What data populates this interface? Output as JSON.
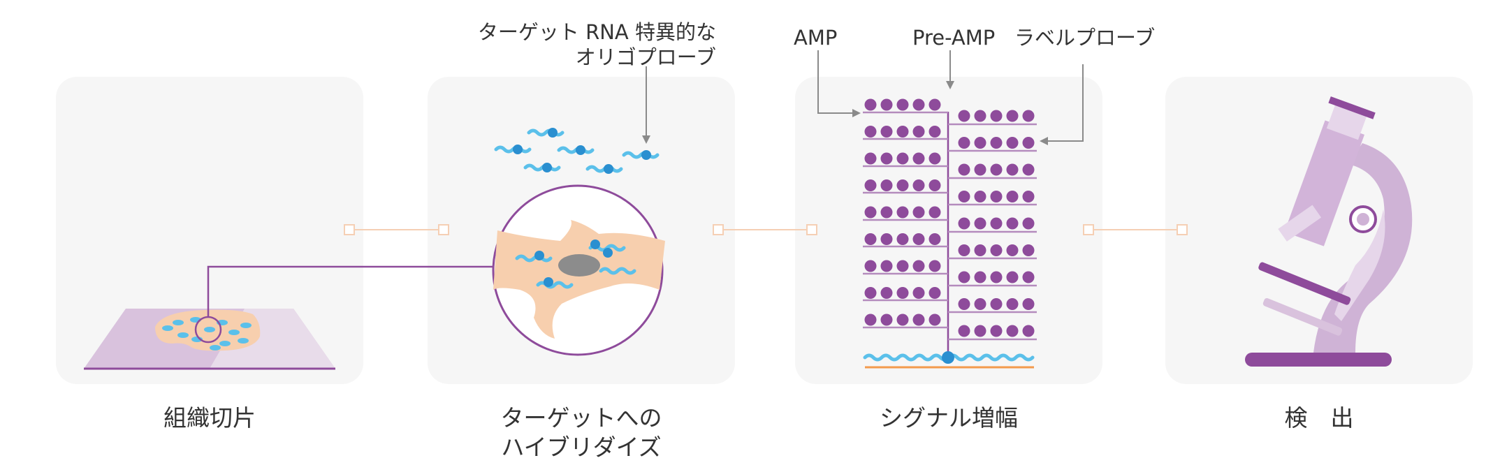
{
  "panels": [
    {
      "label": "組織切片"
    },
    {
      "label": "ターゲットへの\nハイブリダイズ"
    },
    {
      "label": "シグナル増幅"
    },
    {
      "label": "検　出"
    }
  ],
  "annotations": {
    "probe": "ターゲット RNA 特異的な\nオリゴプローブ",
    "amp": "AMP",
    "pre_amp": "Pre-AMP",
    "label_probe": "ラベルプローブ"
  },
  "colors": {
    "panel_bg": "#f6f6f6",
    "purple": "#8e4b9b",
    "light_purple": "#d9c2dd",
    "tissue": "#f7cfae",
    "rna_blue": "#5bc0ea",
    "probe_dot": "#2a8fd0",
    "connector": "#f5cfb4",
    "arrow_gray": "#8a8a8a",
    "base_line": "#f39a4c"
  },
  "icons": [
    "tissue-slide-icon",
    "cell-magnified-icon",
    "signal-amplification-icon",
    "microscope-icon"
  ]
}
